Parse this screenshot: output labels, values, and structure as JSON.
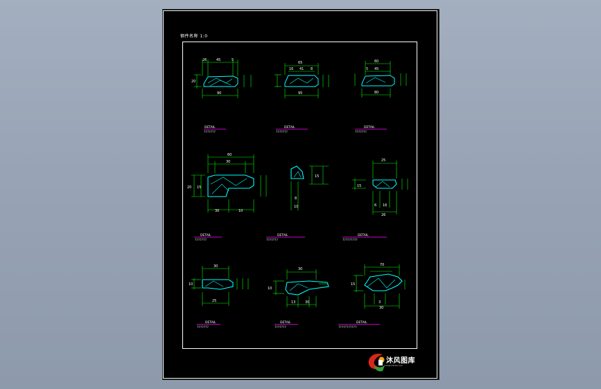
{
  "header": {
    "label": "钢件名称  1:0"
  },
  "colors": {
    "geometry": "#00ffff",
    "dimension": "#00ff00",
    "underline": "#ff00ff",
    "frame": "#ffffff"
  },
  "details": [
    {
      "title": "DETAIL",
      "subtitle": "???????",
      "dims": [
        "26",
        "45",
        "5",
        "20",
        "90"
      ]
    },
    {
      "title": "DETAIL",
      "subtitle": "???????",
      "dims": [
        "65",
        "16",
        "41",
        "8",
        "95"
      ]
    },
    {
      "title": "DETAIL",
      "subtitle": "???????",
      "dims": [
        "60",
        "45",
        "5",
        "80"
      ]
    },
    {
      "title": "DETAIL",
      "subtitle": "???????",
      "dims": [
        "60",
        "30",
        "20",
        "15",
        "30",
        "10"
      ]
    },
    {
      "title": "DETAIL",
      "subtitle": "???????",
      "dims": [
        "15",
        "8",
        "10"
      ]
    },
    {
      "title": "DETAIL",
      "subtitle": "?????????",
      "dims": [
        "25",
        "15",
        "6",
        "16",
        "26"
      ]
    },
    {
      "title": "DETAIL",
      "subtitle": "???????",
      "dims": [
        "30",
        "25",
        "10"
      ]
    },
    {
      "title": "DETAIL",
      "subtitle": "???????",
      "dims": [
        "30",
        "10",
        "13",
        "30"
      ]
    },
    {
      "title": "DETAIL",
      "subtitle": "???????????",
      "dims": [
        "70",
        "15",
        "30",
        "3"
      ]
    }
  ],
  "logo": {
    "name": "沐风图库",
    "tagline": "www.mfcad.com"
  }
}
